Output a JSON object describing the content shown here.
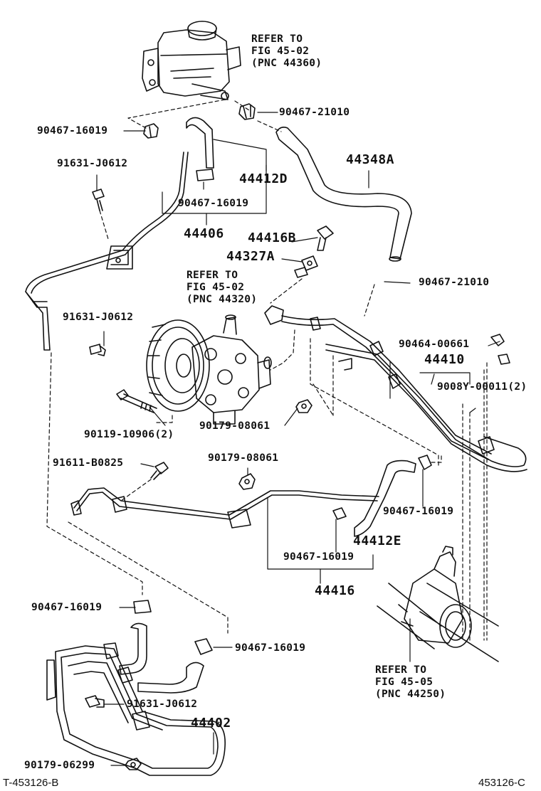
{
  "references": {
    "reservoir": [
      "REFER TO",
      "FIG 45-02",
      "(PNC 44360)"
    ],
    "pump": [
      "REFER TO",
      "FIG 45-02",
      "(PNC 44320)"
    ],
    "gear": [
      "REFER TO",
      "FIG 45-05",
      "(PNC 44250)"
    ]
  },
  "labels": {
    "clip_16019_a": "90467-16019",
    "clip_21010_a": "90467-21010",
    "bolt_j0612_a": "91631-J0612",
    "hose_44412d": "44412D",
    "clip_16019_b": "90467-16019",
    "hose_44348a": "44348A",
    "pipe_44406": "44406",
    "bolt_44416b": "44416B",
    "gasket_44327a": "44327A",
    "clip_21010_b": "90467-21010",
    "bolt_j0612_b": "91631-J0612",
    "clamp_00661": "90464-00661",
    "tube_44410": "44410",
    "nut_00011": "9008Y-00011(2)",
    "bolt_10906": "90119-10906(2)",
    "nut_08061_a": "90179-08061",
    "bolt_b0825": "91611-B0825",
    "nut_08061_b": "90179-08061",
    "clip_16019_c": "90467-16019",
    "hose_44412e": "44412E",
    "clip_16019_d": "90467-16019",
    "tube_44416": "44416",
    "clip_16019_e": "90467-16019",
    "clip_16019_f": "90467-16019",
    "bolt_j0612_c": "91631-J0612",
    "cooler_44402": "44402",
    "nut_06299": "90179-06299"
  },
  "footer": {
    "left_code": "T-453126-B",
    "right_code": "453126-C"
  },
  "colors": {
    "ink": "#111111",
    "background": "#ffffff"
  }
}
